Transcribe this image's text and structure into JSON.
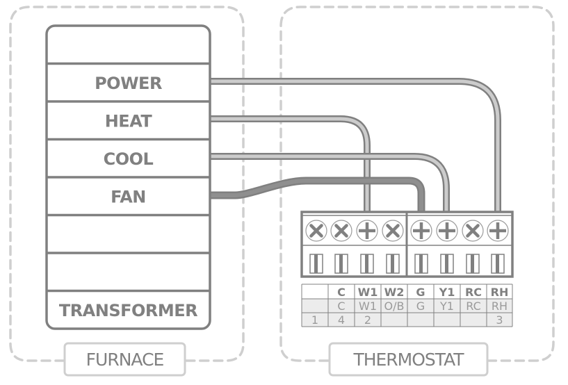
{
  "furnace": {
    "label": "FURNACE",
    "rows": [
      "",
      "POWER",
      "HEAT",
      "COOL",
      "FAN",
      "",
      "",
      "TRANSFORMER"
    ]
  },
  "thermostat": {
    "label": "THERMOSTAT",
    "terminals": [
      {
        "screw": "x-icon"
      },
      {
        "screw": "x-icon"
      },
      {
        "screw": "plus-icon"
      },
      {
        "screw": "x-icon"
      },
      {
        "screw": "plus-icon"
      },
      {
        "screw": "plus-icon"
      },
      {
        "screw": "x-icon"
      },
      {
        "screw": "plus-icon"
      }
    ],
    "table": {
      "headers": [
        "",
        "C",
        "W1",
        "W2",
        "G",
        "Y1",
        "RC",
        "RH"
      ],
      "rows": [
        [
          "",
          "C",
          "W1",
          "O/B",
          "G",
          "Y1",
          "RC",
          "RH"
        ],
        [
          "1",
          "4",
          "2",
          "",
          "",
          "",
          "",
          "3"
        ]
      ]
    }
  },
  "wires": [
    {
      "from": "POWER",
      "to": "RH",
      "style": "light"
    },
    {
      "from": "HEAT",
      "to": "W1",
      "style": "light"
    },
    {
      "from": "COOL",
      "to": "Y1",
      "style": "light"
    },
    {
      "from": "FAN",
      "to": "G",
      "style": "dark"
    }
  ],
  "colors": {
    "outline": "#808080",
    "wire_light": "#cccccc",
    "wire_dark": "#8a8a8a",
    "dashed": "#cfcfcf",
    "table_fill": "#ececec"
  }
}
